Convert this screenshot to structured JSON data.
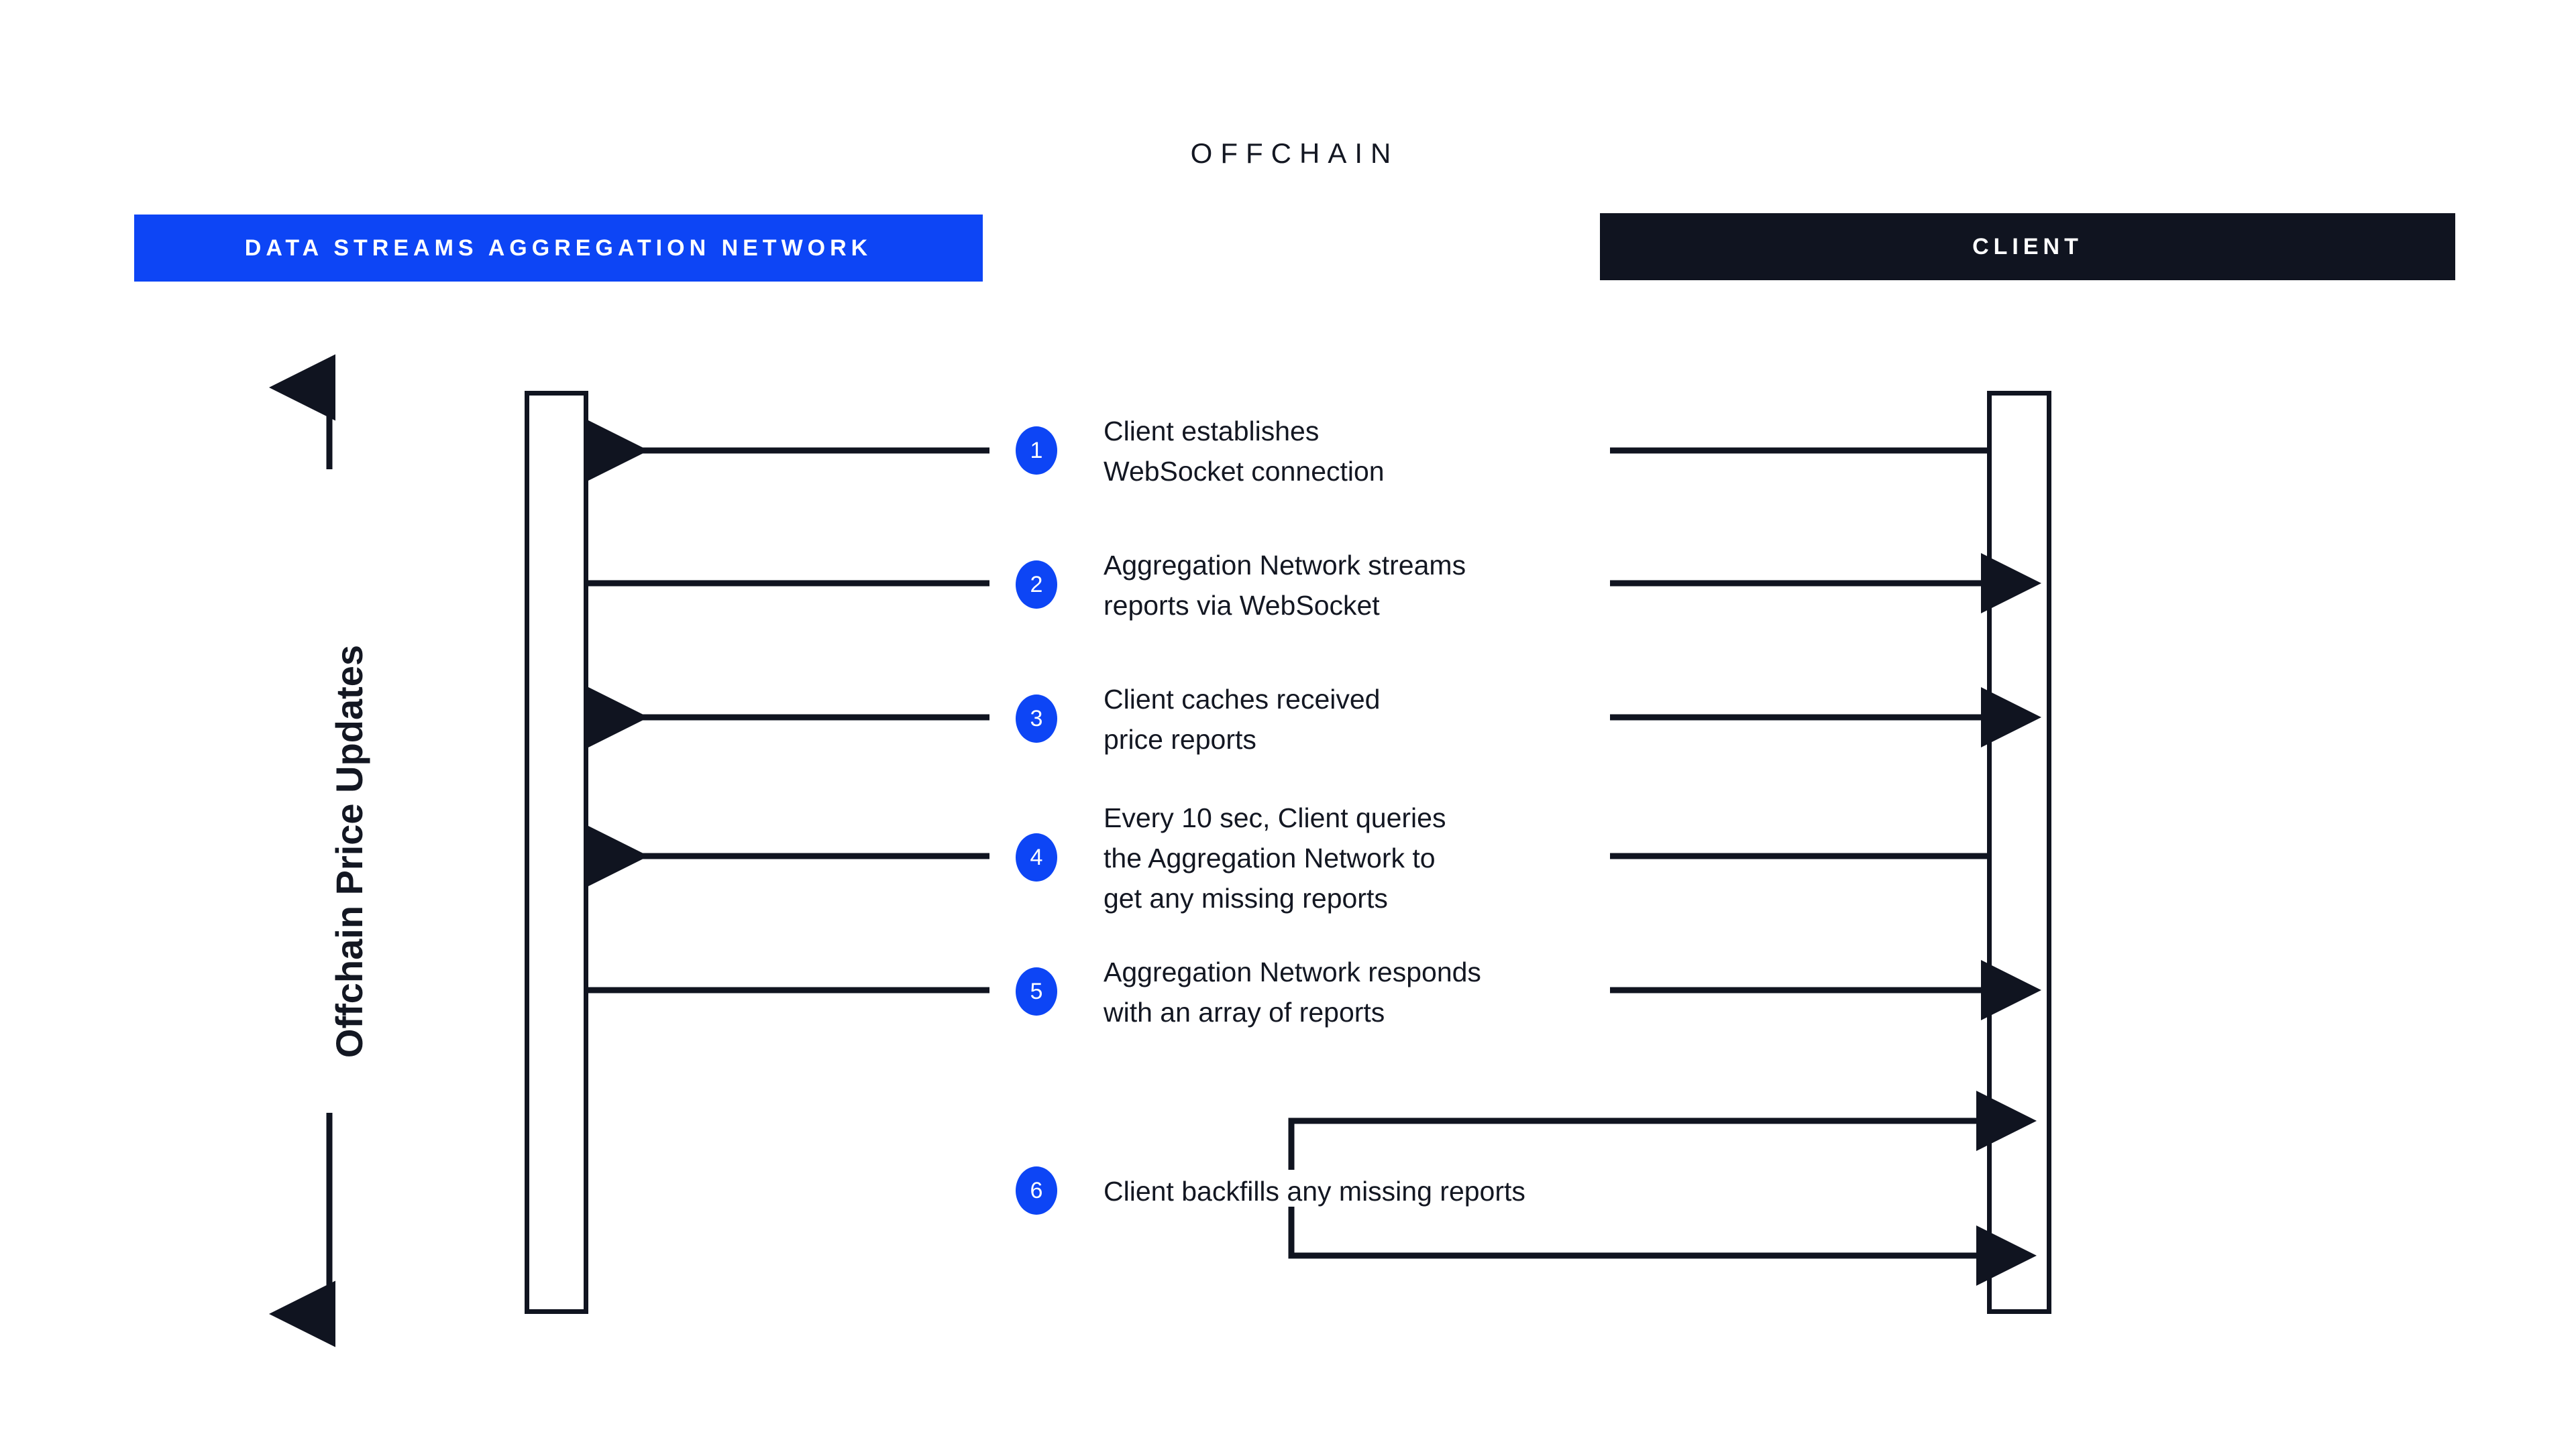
{
  "diagram": {
    "title": "OFFCHAIN",
    "vertical_axis_label": "Offchain Price Updates",
    "colors": {
      "accent_blue": "#0D45F5",
      "dark": "#101420",
      "text": "#131722",
      "background": "#FFFFFF"
    }
  },
  "lanes": [
    {
      "id": "aggregation-network",
      "label": "DATA STREAMS AGGREGATION NETWORK",
      "color": "#0D45F5",
      "text_color": "#FFFFFF"
    },
    {
      "id": "client",
      "label": "CLIENT",
      "color": "#101420",
      "text_color": "#FFFFFF"
    }
  ],
  "steps": [
    {
      "number": "1",
      "text": "Client establishes\nWebSocket connection",
      "left_arrow": "left",
      "right_arrow": "none"
    },
    {
      "number": "2",
      "text": "Aggregation Network streams\nreports via WebSocket",
      "left_arrow": "none",
      "right_arrow": "right"
    },
    {
      "number": "3",
      "text": "Client caches received\nprice reports",
      "left_arrow": "left",
      "right_arrow": "right"
    },
    {
      "number": "4",
      "text": "Every 10 sec, Client queries\nthe Aggregation Network to\nget any missing reports",
      "left_arrow": "left",
      "right_arrow": "none"
    },
    {
      "number": "5",
      "text": "Aggregation Network responds\nwith an array of reports",
      "left_arrow": "none",
      "right_arrow": "right"
    },
    {
      "number": "6",
      "text": "Client backfills any missing reports",
      "left_arrow": "none",
      "right_arrow": "right-bracket-pair"
    }
  ]
}
